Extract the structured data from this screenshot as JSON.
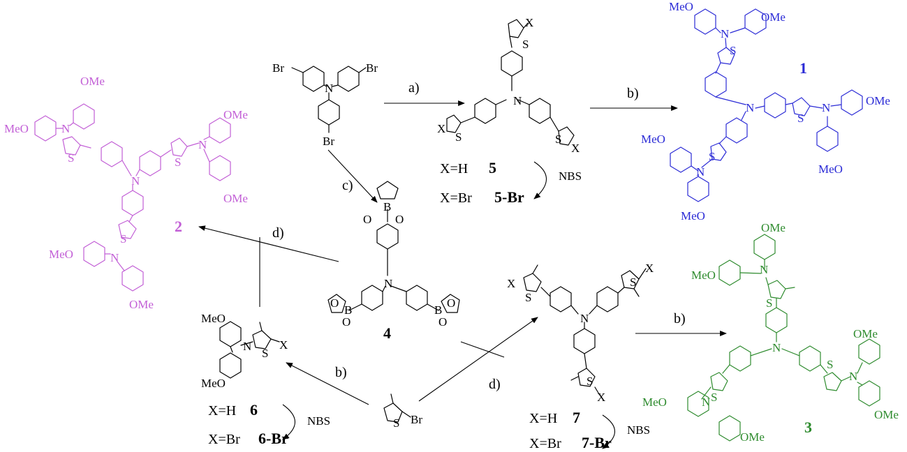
{
  "colors": {
    "c1": "#2b2bd6",
    "c2": "#c25fd6",
    "c3": "#2e8b2e",
    "black": "#000000"
  },
  "reagents": {
    "a": "a)",
    "b": "b)",
    "c": "c)",
    "d": "d)",
    "nbs": "NBS"
  },
  "atoms": {
    "br": "Br",
    "n": "N",
    "s": "S",
    "x": "X",
    "b": "B",
    "o": "O",
    "ome": "OMe",
    "meo": "MeO"
  },
  "compounds": {
    "c1": "1",
    "c2": "2",
    "c3": "3",
    "c4": "4",
    "c5": "5",
    "c5br": "5-Br",
    "c6": "6",
    "c6br": "6-Br",
    "c7": "7",
    "c7br": "7-Br"
  },
  "labels": {
    "xh": "X=H",
    "xbr": "X=Br"
  }
}
